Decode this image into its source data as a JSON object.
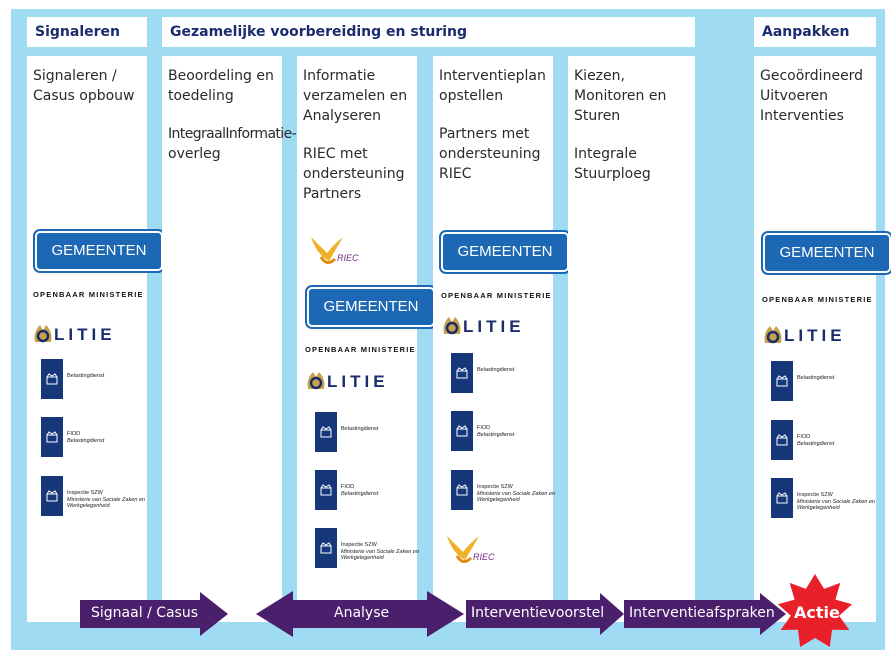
{
  "headers": {
    "signaleren": "Signaleren",
    "gezamenlijk": "Gezamelijke voorbereiding en sturing",
    "aanpakken": "Aanpakken"
  },
  "columns": [
    {
      "lines": [
        "Signaleren /",
        "Casus opbouw"
      ]
    },
    {
      "lines": [
        "Beoordeling en",
        "toedeling"
      ],
      "extra": [
        "IntegraalInformatie-",
        "overleg"
      ]
    },
    {
      "lines": [
        "Informatie",
        "verzamelen en",
        "Analyseren"
      ],
      "extra": [
        "RIEC met",
        "ondersteuning",
        "Partners"
      ]
    },
    {
      "lines": [
        "Interventieplan",
        "opstellen"
      ],
      "extra": [
        "Partners met",
        "ondersteuning",
        "RIEC"
      ]
    },
    {
      "lines": [
        "Kiezen,",
        "Monitoren en",
        "Sturen"
      ],
      "extra": [
        "Integrale",
        "Stuurploeg"
      ]
    },
    {
      "lines": [
        "Gecoördineerd",
        "Uitvoeren",
        "Interventies"
      ]
    }
  ],
  "logos": {
    "gemeenten": "GEMEENTEN",
    "om": "OPENBAAR MINISTERIE",
    "politie": "LITIE",
    "belasting": "Belastingdienst",
    "fiod_1": "FIOD",
    "fiod_2": "Belastingdienst",
    "szw_1": "Inspectie SZW",
    "szw_2": "Ministerie van Sociale Zaken en",
    "szw_3": "Werkgelegenheid",
    "riec": "RIEC"
  },
  "flow": {
    "signaal": "Signaal / Casus",
    "analyse": "Analyse",
    "voorstel": "Interventievoorstel",
    "afspraken": "Interventieafspraken",
    "actie": "Actie"
  },
  "colors": {
    "background": "#9fdcf3",
    "arrow": "#4a1f6b",
    "star": "#e8202a",
    "gemeenten": "#1d68b5",
    "header_text": "#1a2c6e"
  }
}
